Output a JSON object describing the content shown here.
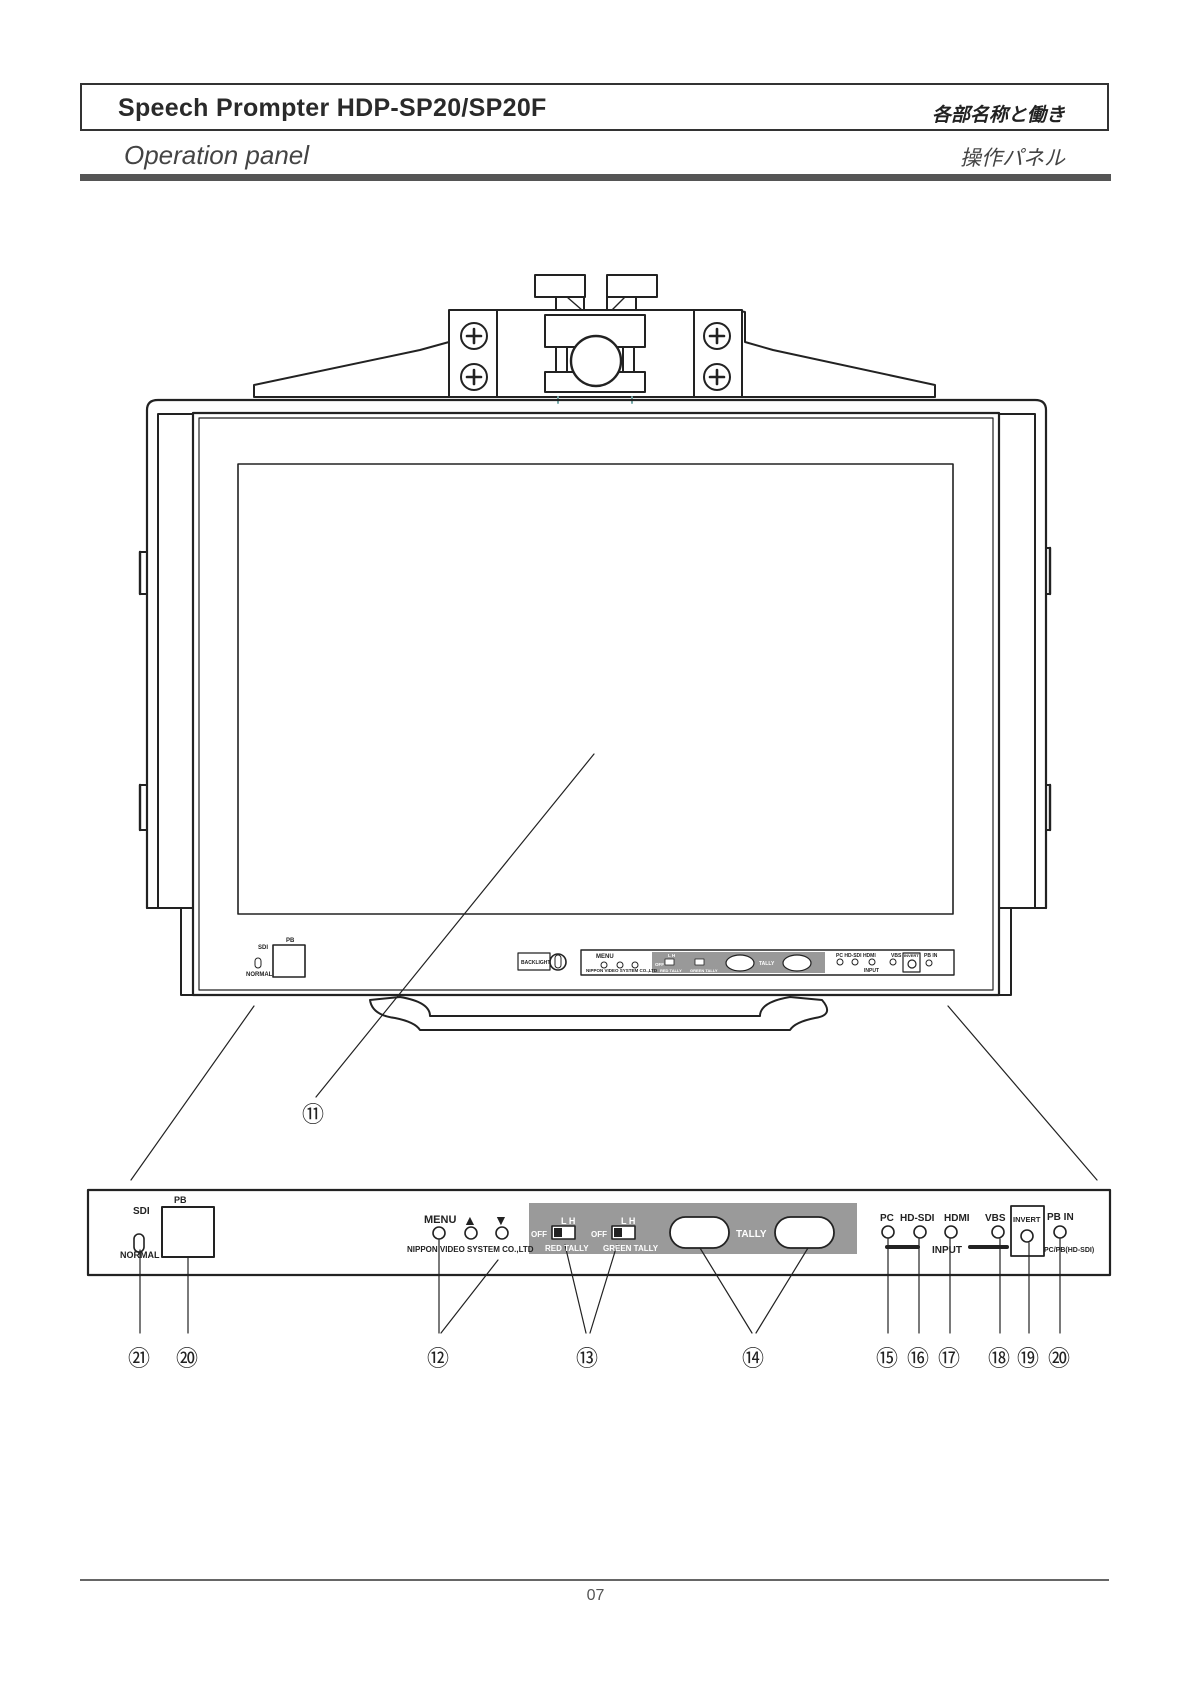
{
  "header": {
    "title": "Speech Prompter HDP-SP20/SP20F",
    "section_jp": "各部名称と働き",
    "subtitle": "Operation panel",
    "subtitle_jp": "操作パネル"
  },
  "monitor": {
    "small_panel": {
      "sdi": "SDI",
      "normal": "NORMAL",
      "pb": "PB",
      "backlight": "BACKLIGHT",
      "menu": "MENU",
      "maker": "NIPPON VIDEO SYSTEM CO.,LTD",
      "off": "OFF",
      "lh": "L H",
      "red_tally": "RED TALLY",
      "green_tally": "GREEN TALLY",
      "tally": "TALLY",
      "inputs": "PC HD-SDI HDMI",
      "vbs": "VBS",
      "input": "INPUT",
      "invert": "INVERT",
      "pb_in": "PB IN"
    }
  },
  "panel": {
    "sdi": "SDI",
    "normal": "NORMAL",
    "pb": "PB",
    "menu": "MENU",
    "up": "▲",
    "down": "▼",
    "maker": "NIPPON VIDEO SYSTEM CO.,LTD",
    "lh": "L H",
    "off": "OFF",
    "red_tally": "RED TALLY",
    "green_tally": "GREEN TALLY",
    "tally": "TALLY",
    "pc": "PC",
    "hdsdi": "HD-SDI",
    "hdmi": "HDMI",
    "vbs": "VBS",
    "input": "INPUT",
    "invert": "INVERT",
    "pb_in": "PB IN",
    "pb_in_sub": "PC/PB(HD-SDI)"
  },
  "callouts": {
    "c11": "⑪",
    "c12": "⑫",
    "c13": "⑬",
    "c14": "⑭",
    "c15": "⑮",
    "c16": "⑯",
    "c17": "⑰",
    "c18": "⑱",
    "c19": "⑲",
    "c20": "⑳",
    "c21": "㉑"
  },
  "footer": {
    "page": "07"
  }
}
